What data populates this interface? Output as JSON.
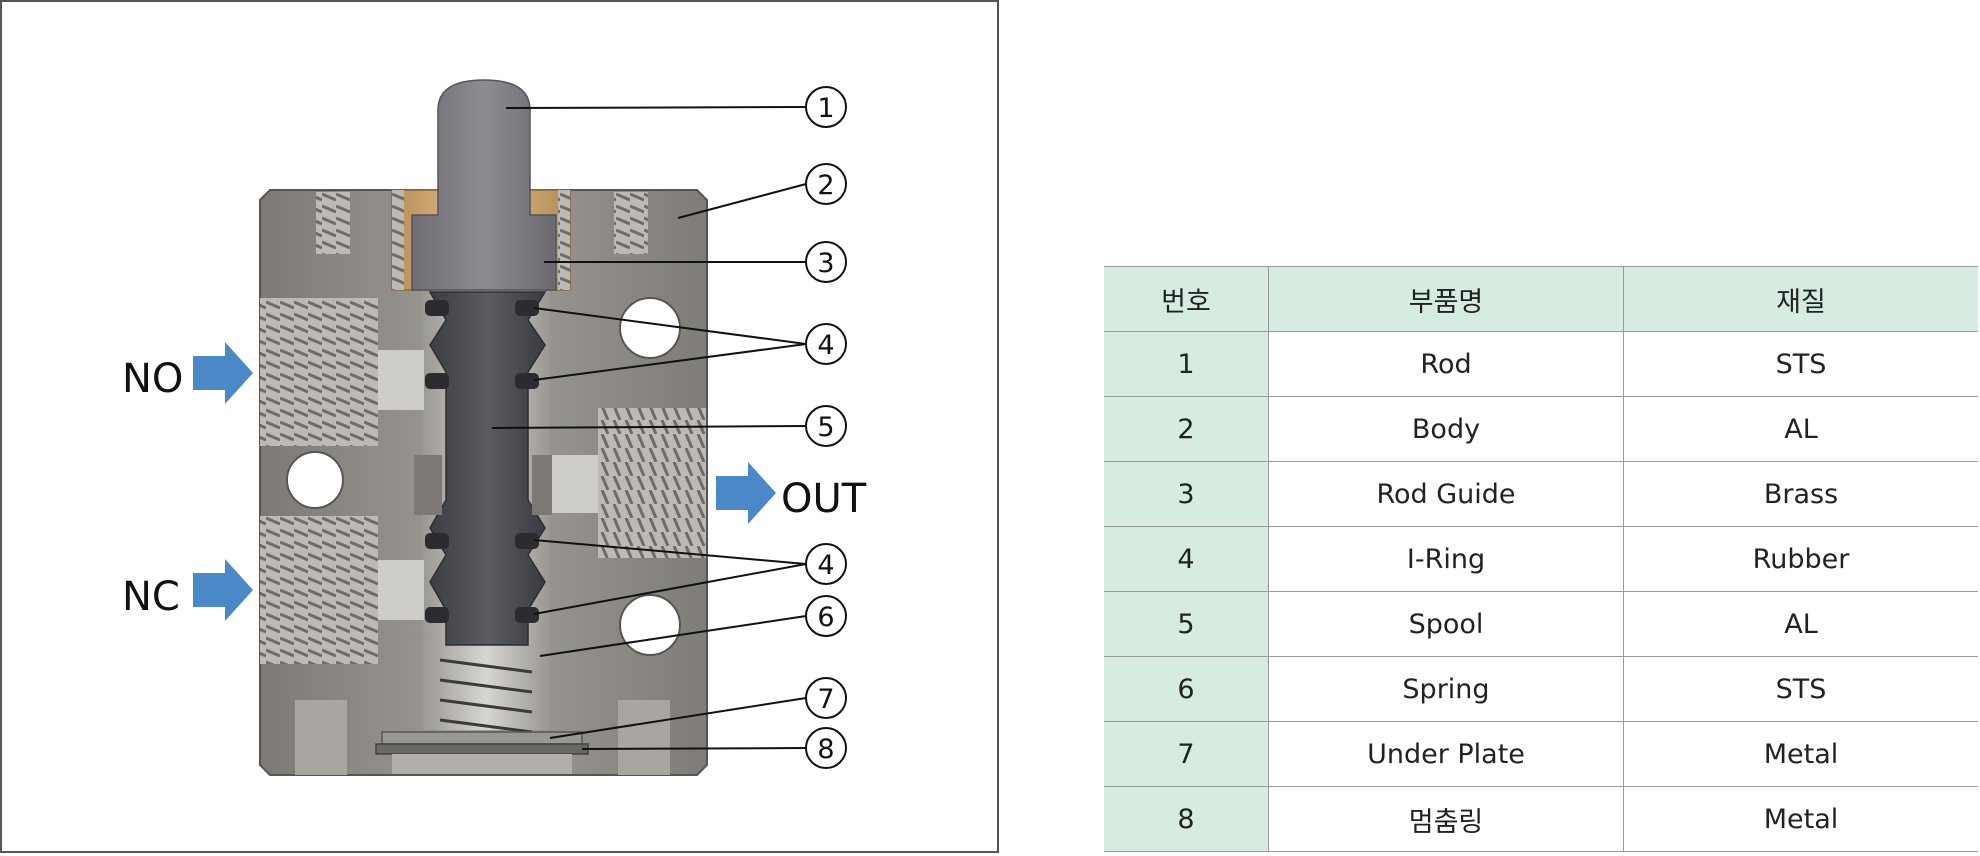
{
  "diagram": {
    "ports": {
      "no": "NO",
      "nc": "NC",
      "out": "OUT"
    },
    "callouts": [
      "1",
      "2",
      "3",
      "4",
      "5",
      "4",
      "6",
      "7",
      "8"
    ],
    "colors": {
      "body": "#8e8b87",
      "rod": "#7b7a80",
      "spool": "#4a4c52",
      "brass": "#c9a472",
      "arrow": "#4a88c8",
      "frame": "#555555"
    }
  },
  "table": {
    "headers": [
      "번호",
      "부품명",
      "재질"
    ],
    "rows": [
      [
        "1",
        "Rod",
        "STS"
      ],
      [
        "2",
        "Body",
        "AL"
      ],
      [
        "3",
        "Rod Guide",
        "Brass"
      ],
      [
        "4",
        "I-Ring",
        "Rubber"
      ],
      [
        "5",
        "Spool",
        "AL"
      ],
      [
        "6",
        "Spring",
        "STS"
      ],
      [
        "7",
        "Under Plate",
        "Metal"
      ],
      [
        "8",
        "멈춤링",
        "Metal"
      ]
    ],
    "colors": {
      "header_bg": "#d6ece1",
      "border": "#9a9a9a"
    }
  }
}
